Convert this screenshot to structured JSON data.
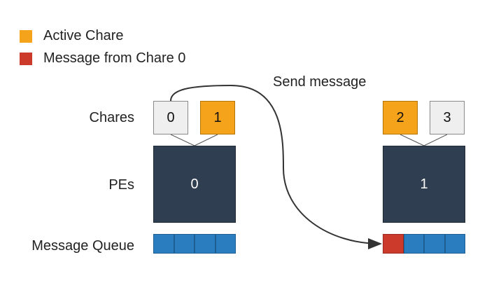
{
  "legend": {
    "items": [
      {
        "label": "Active Chare",
        "color": "#f5a31a"
      },
      {
        "label": "Message from Chare 0",
        "color": "#cc3a2c"
      }
    ]
  },
  "labels": {
    "chares": "Chares",
    "pes": "PEs",
    "queue": "Message Queue",
    "send": "Send message"
  },
  "pe0": {
    "label": "0",
    "chares": [
      "0",
      "1"
    ]
  },
  "pe1": {
    "label": "1",
    "chares": [
      "2",
      "3"
    ]
  },
  "colors": {
    "active": "#f5a31a",
    "idle": "#efefef",
    "pe": "#2f3e50",
    "queue": "#2a7dbf",
    "message": "#cc3a2c"
  }
}
